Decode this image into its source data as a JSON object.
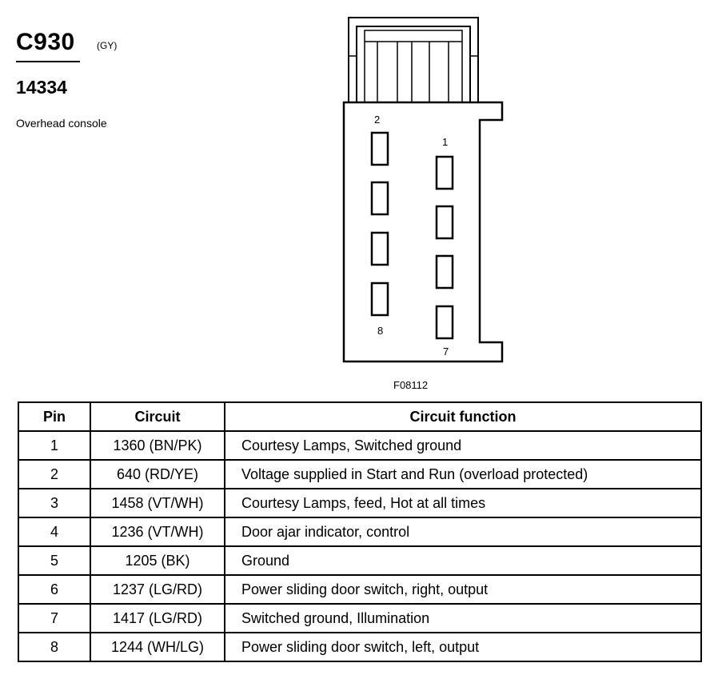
{
  "header": {
    "connector_id": "C930",
    "connector_color": "(GY)",
    "part_number": "14334",
    "location": "Overhead console"
  },
  "figure": {
    "figure_id": "F08112",
    "pin_labels": {
      "top_left": "2",
      "top_right": "1",
      "bottom_left": "8",
      "bottom_right": "7"
    }
  },
  "table": {
    "headers": {
      "pin": "Pin",
      "circuit": "Circuit",
      "function": "Circuit function"
    },
    "rows": [
      {
        "pin": "1",
        "circuit": "1360 (BN/PK)",
        "function": "Courtesy Lamps, Switched ground"
      },
      {
        "pin": "2",
        "circuit": "640 (RD/YE)",
        "function": "Voltage supplied in Start and Run (overload protected)"
      },
      {
        "pin": "3",
        "circuit": "1458 (VT/WH)",
        "function": "Courtesy Lamps, feed, Hot at all times"
      },
      {
        "pin": "4",
        "circuit": "1236 (VT/WH)",
        "function": "Door ajar indicator, control"
      },
      {
        "pin": "5",
        "circuit": "1205 (BK)",
        "function": "Ground"
      },
      {
        "pin": "6",
        "circuit": "1237 (LG/RD)",
        "function": "Power sliding door switch, right, output"
      },
      {
        "pin": "7",
        "circuit": "1417 (LG/RD)",
        "function": "Switched ground, Illumination"
      },
      {
        "pin": "8",
        "circuit": "1244 (WH/LG)",
        "function": "Power sliding door switch, left, output"
      }
    ]
  }
}
